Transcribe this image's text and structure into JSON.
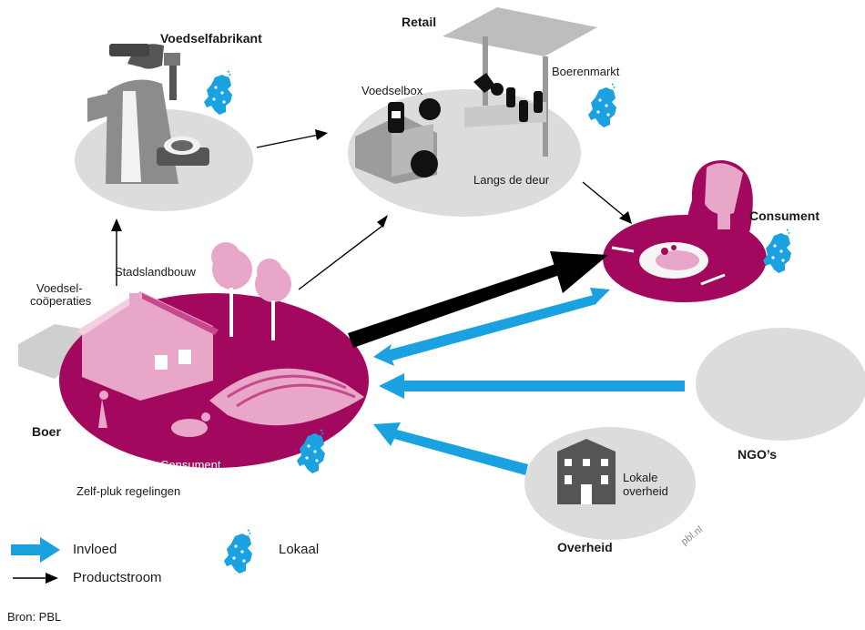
{
  "actors": {
    "food_manufacturer": "Voedselfabrikant",
    "retail": "Retail",
    "consumer": "Consument",
    "farmer": "Boer",
    "ngos": "NGO’s",
    "government": "Overheid"
  },
  "labels": {
    "food_box": "Voedselbox",
    "farmers_market": "Boerenmarkt",
    "door_to_door": "Langs de deur",
    "urban_farming": "Stadslandbouw",
    "food_cooperatives_line1": "Voedsel-",
    "food_cooperatives_line2": "coöperaties",
    "farm_consumer": "Consument",
    "self_pick": "Zelf-pluk regelingen",
    "local_gov_line1": "Lokale",
    "local_gov_line2": "overheid"
  },
  "legend": {
    "influence": "Invloed",
    "product_flow": "Productstroom",
    "local": "Lokaal"
  },
  "source": "Bron: PBL",
  "watermark": "pbl.nl",
  "colors": {
    "magenta": "#a3085f",
    "pink": "#e8a6c9",
    "light_gray": "#dcdcdc",
    "mid_gray": "#9a9a9a",
    "blue": "#1aa1e0",
    "black": "#000000"
  },
  "icons": {
    "local": "netherlands-map-icon",
    "influence": "blue-arrow-icon",
    "product": "black-arrow-icon"
  }
}
